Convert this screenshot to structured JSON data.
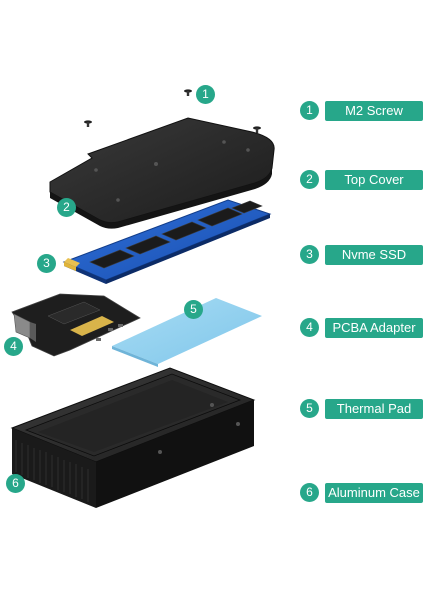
{
  "colors": {
    "accent": "#27a78a",
    "badge_text": "#ffffff"
  },
  "diagram_badges": [
    {
      "number": "1",
      "part": "m2-screw"
    },
    {
      "number": "2",
      "part": "top-cover"
    },
    {
      "number": "3",
      "part": "nvme-ssd"
    },
    {
      "number": "4",
      "part": "pcba-adapter"
    },
    {
      "number": "5",
      "part": "thermal-pad"
    },
    {
      "number": "6",
      "part": "aluminum-case"
    }
  ],
  "legend": [
    {
      "number": "1",
      "label": "M2 Screw"
    },
    {
      "number": "2",
      "label": "Top  Cover"
    },
    {
      "number": "3",
      "label": "Nvme  SSD"
    },
    {
      "number": "4",
      "label": "PCBA  Adapter"
    },
    {
      "number": "5",
      "label": "Thermal  Pad"
    },
    {
      "number": "6",
      "label": "Aluminum  Case"
    }
  ]
}
